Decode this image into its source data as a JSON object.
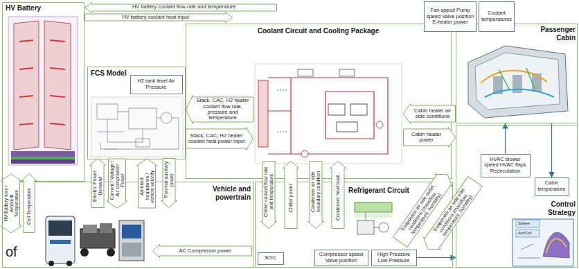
{
  "diagram": {
    "nodes": [
      {
        "text": [
          "HV Battery"
        ]
      },
      {
        "text": [
          "FCS Model"
        ]
      },
      {
        "text": [
          "H2 tank level Air Pressure"
        ],
        "in": 1
      },
      {
        "text": [
          "Coolant Circuit and Cooling Package"
        ]
      },
      {
        "text": [
          "Passenger Cabin"
        ]
      },
      {
        "text": [
          "Vehicle and powertrain"
        ]
      },
      {
        "text": [
          "Refrigerant Circuit"
        ]
      },
      {
        "text": [
          "SOC"
        ],
        "in": 6
      },
      {
        "text": [
          "Compressor speed Valve position"
        ],
        "in": 6
      },
      {
        "text": [
          "High Pressure Low Pressure"
        ],
        "in": 6
      },
      {
        "text": [
          "Control Strategy"
        ]
      },
      {
        "text": [
          "HVAC blower speed HVAC flaps Recirculation"
        ],
        "in": 10
      },
      {
        "text": [
          "Cabin temperature"
        ],
        "in": 10
      },
      {
        "text": [
          "Fan speed Pump speed Valve position E-heater power"
        ]
      },
      {
        "text": [
          "Coolant temperatures"
        ]
      },
      {
        "text": [
          "HV battery coolant flow rate and temperature"
        ]
      },
      {
        "text": [
          "HV battery coolant heat input"
        ]
      },
      {
        "text": [
          "Stack, CAC, H2 heater coolant flow rate, pressure and temperature"
        ]
      },
      {
        "text": [
          "Stack, CAC, H2 heater coolant heat power input"
        ]
      },
      {
        "text": [
          "Cabin heater air side conditions"
        ]
      },
      {
        "text": [
          "Cabin heater power"
        ]
      },
      {
        "text": [
          "HV Battery loss / Ambient Temperature"
        ]
      },
      {
        "text": [
          "Cell Temperature"
        ]
      },
      {
        "text": [
          "Electric Power Demand"
        ]
      },
      {
        "text": [
          "Current / Voltage / Air compressor Power"
        ]
      },
      {
        "text": [
          "Ambient boundaries / vehicle velocity"
        ]
      },
      {
        "text": [
          "Thermal auxiliary power"
        ]
      },
      {
        "text": [
          "Chiller coolant flow rate and temperature"
        ]
      },
      {
        "text": [
          "Chiller power"
        ]
      },
      {
        "text": [
          "Condenser air side boundary condition"
        ]
      },
      {
        "text": [
          "Condenser heat load"
        ]
      },
      {
        "text": [
          "Evaporator air side outlet conditions (massflow, temperature, humidity)"
        ]
      },
      {
        "text": [
          "Evaporator air side inlet conditions (massflow, temperature, humidity)"
        ]
      },
      {
        "text": [
          "AC Compressor power"
        ]
      }
    ],
    "edges": [
      {
        "from": 11,
        "to": 4,
        "arrow": "to"
      },
      {
        "from": 4,
        "to": 12,
        "arrow": "to"
      },
      {
        "from": 9,
        "to": 10,
        "arrow": "to"
      }
    ],
    "labels": [
      "of",
      "States",
      "Act/Ctrl"
    ]
  }
}
